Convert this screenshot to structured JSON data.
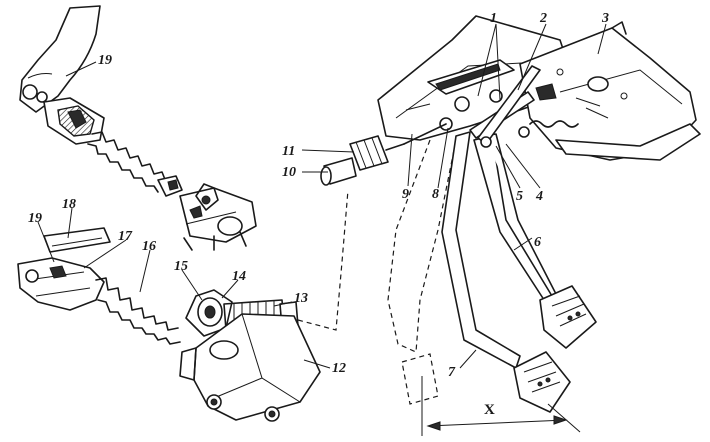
{
  "labels": {
    "l1": "1",
    "l2": "2",
    "l3": "3",
    "l4": "4",
    "l5": "5",
    "l6": "6",
    "l7": "7",
    "l8": "8",
    "l9": "9",
    "l10": "10",
    "l11": "11",
    "l12": "12",
    "l13": "13",
    "l14": "14",
    "l15": "15",
    "l16": "16",
    "l17": "17",
    "l18": "18",
    "l19a": "19",
    "l19b": "19"
  },
  "dimension": {
    "label": "X"
  }
}
